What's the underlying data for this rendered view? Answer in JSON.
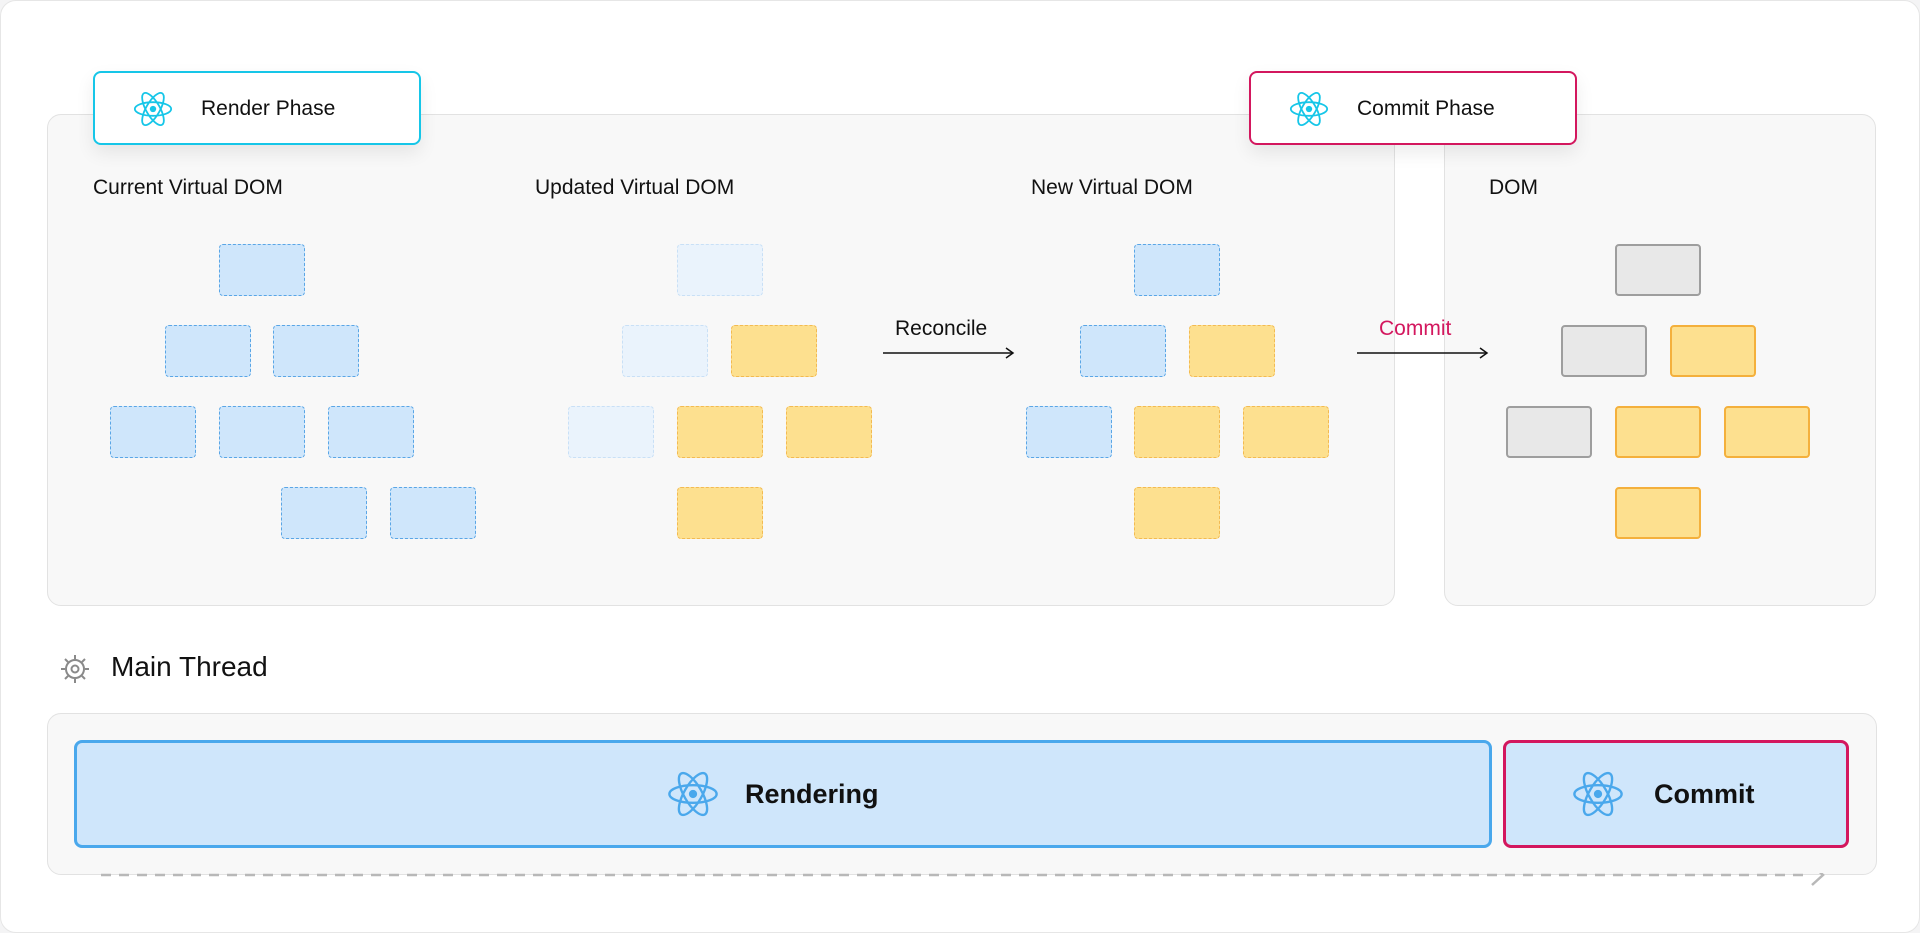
{
  "render_phase": {
    "label": "Render Phase"
  },
  "commit_phase": {
    "label": "Commit Phase"
  },
  "columns": {
    "current": "Current Virtual DOM",
    "updated": "Updated Virtual DOM",
    "new": "New Virtual DOM",
    "dom": "DOM"
  },
  "arrows": {
    "reconcile": "Reconcile",
    "commit": "Commit"
  },
  "main_thread": {
    "title": "Main Thread",
    "rendering": "Rendering",
    "commit": "Commit"
  },
  "colors": {
    "react_cyan": "#16c6e8",
    "commit_pink": "#d3175e",
    "render_bar_fill": "#cfe6fb",
    "render_bar_border": "#4aa8ec",
    "node_blue": "#cfe6fb",
    "node_orange": "#fde08f",
    "node_gray": "#e8e8e8"
  }
}
